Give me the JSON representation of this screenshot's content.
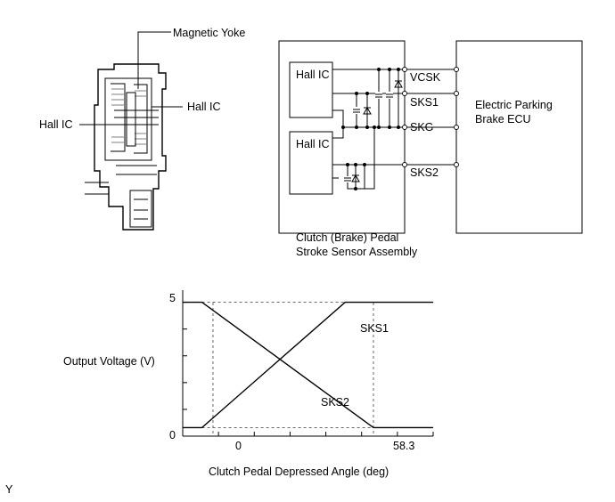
{
  "sensor_drawing": {
    "label_magnetic_yoke": "Magnetic Yoke",
    "label_hall_ic_right": "Hall IC",
    "label_hall_ic_left": "Hall IC"
  },
  "circuit": {
    "hall_ic_1": "Hall IC",
    "hall_ic_2": "Hall IC",
    "terminals": [
      "VCSK",
      "SKS1",
      "SKG",
      "SKS2"
    ],
    "ecu_line1": "Electric Parking",
    "ecu_line2": "Brake ECU",
    "assembly_line1": "Clutch (Brake) Pedal",
    "assembly_line2": "Stroke Sensor Assembly"
  },
  "footer_code": "Y",
  "chart_data": {
    "type": "line",
    "title": "",
    "ylabel": "Output Voltage (V)",
    "xlabel": "Clutch Pedal Depressed Angle (deg)",
    "y_ticks": [
      "5",
      "0"
    ],
    "x_ticks": [
      "0",
      "58.3"
    ],
    "series": [
      {
        "name": "SKS1",
        "x": [
          -11,
          -4,
          48,
          58.3,
          80
        ],
        "y": [
          0.3,
          0.3,
          4.7,
          4.7,
          4.7
        ]
      },
      {
        "name": "SKS2",
        "x": [
          -11,
          -4,
          58.3,
          80
        ],
        "y": [
          4.7,
          4.7,
          0.3,
          0.3
        ]
      }
    ],
    "reference_lines": {
      "x": [
        0,
        58.3
      ],
      "y": [
        0.3,
        4.7
      ]
    }
  }
}
